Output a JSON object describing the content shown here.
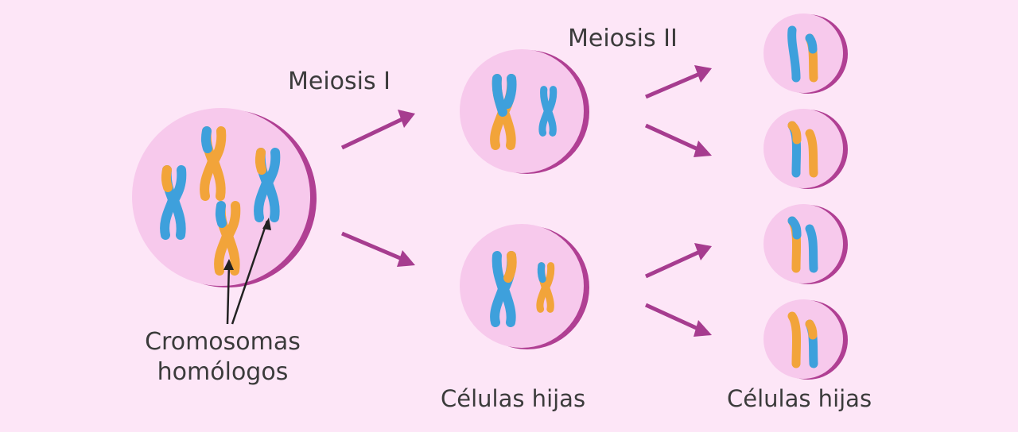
{
  "labels": {
    "meiosis_i": "Meiosis I",
    "meiosis_ii": "Meiosis II",
    "homologous_line1": "Cromosomas",
    "homologous_line2": "homólogos",
    "daughter_cells_first": "Células hijas",
    "daughter_cells_second": "Células hijas"
  },
  "colors": {
    "background": "#fde6f7",
    "cell_fill": "#f7c9ec",
    "cell_rim": "#b03f93",
    "arrow": "#a63c8f",
    "chromosome_blue": "#3ea0dc",
    "chromosome_orange": "#f2a43a",
    "text": "#3b3b3b"
  }
}
